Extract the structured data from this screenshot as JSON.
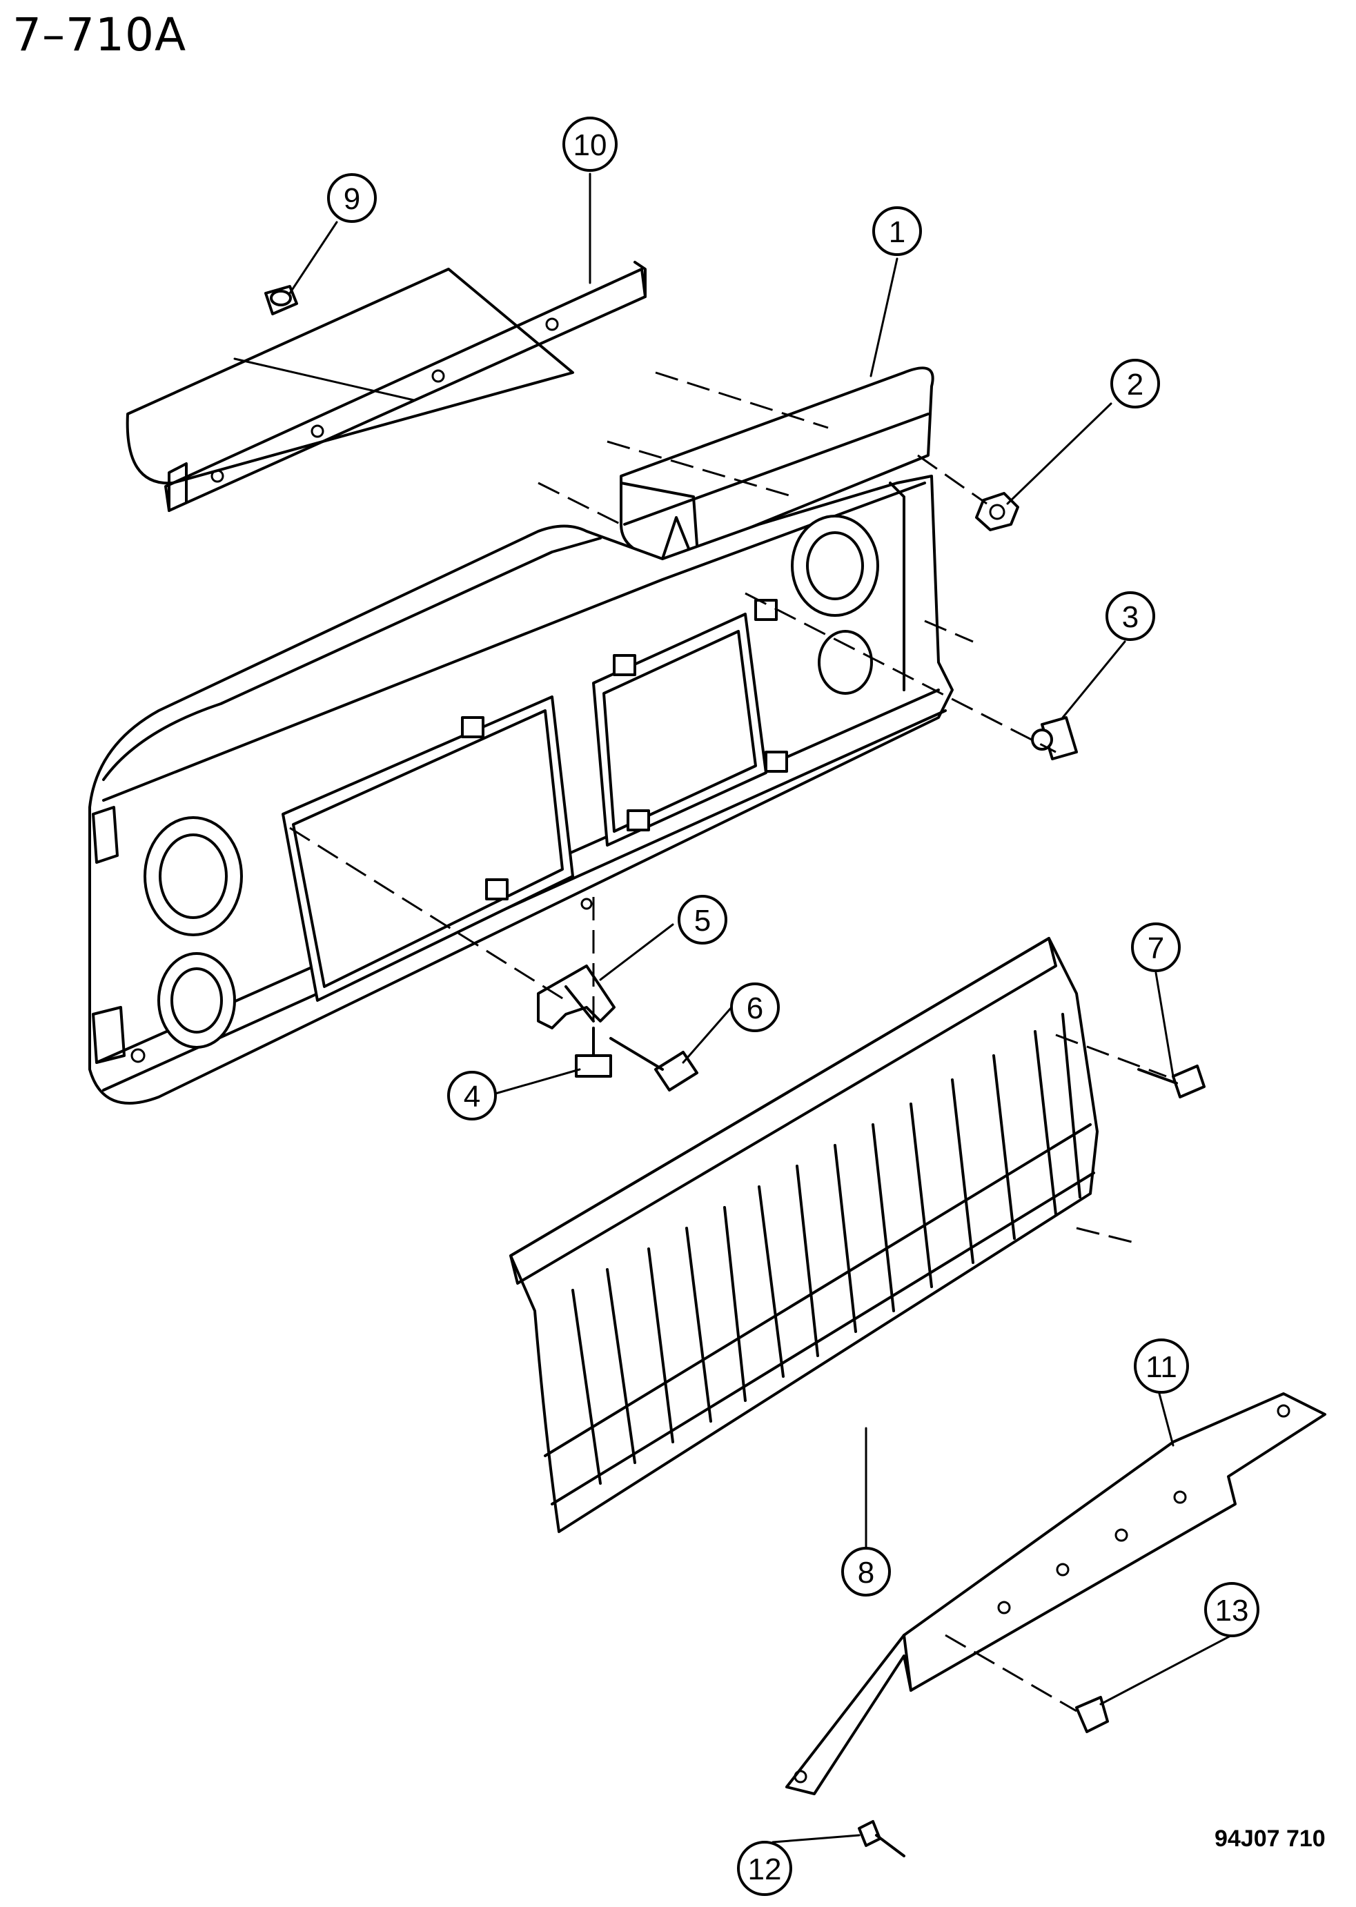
{
  "header": {
    "title": "7–710A"
  },
  "footer": {
    "drawing_code": "94J07 710"
  },
  "callouts": [
    "1",
    "2",
    "3",
    "4",
    "5",
    "6",
    "7",
    "8",
    "9",
    "10",
    "11",
    "12",
    "13"
  ]
}
